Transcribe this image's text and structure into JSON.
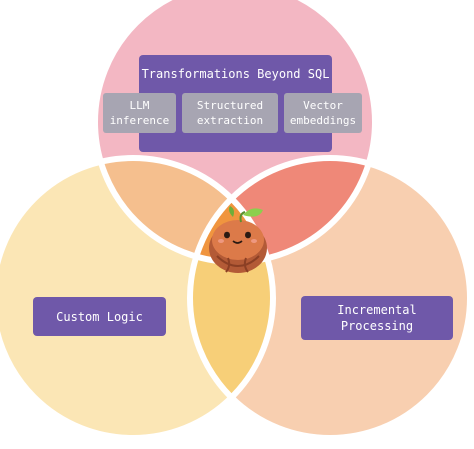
{
  "diagram": {
    "regions": {
      "top": {
        "title": "Transformations Beyond SQL",
        "chips": [
          "LLM\ninference",
          "Structured\nextraction",
          "Vector\nembeddings"
        ]
      },
      "left": {
        "label": "Custom Logic"
      },
      "right": {
        "label": "Incremental\nProcessing"
      }
    },
    "mascot": {
      "icon": "coconut-mascot-icon"
    },
    "colors": {
      "top_circle": "#f3b7c3",
      "left_circle": "#fbe6b5",
      "right_circle": "#f8cfb0",
      "top_left_overlap": "#f5bf8e",
      "top_right_overlap": "#ef8878",
      "left_right_overlap": "#f7cf78",
      "center": "#f0953f",
      "label_fill": "#6f58a9",
      "chip_fill": "#a7a5b2"
    }
  }
}
